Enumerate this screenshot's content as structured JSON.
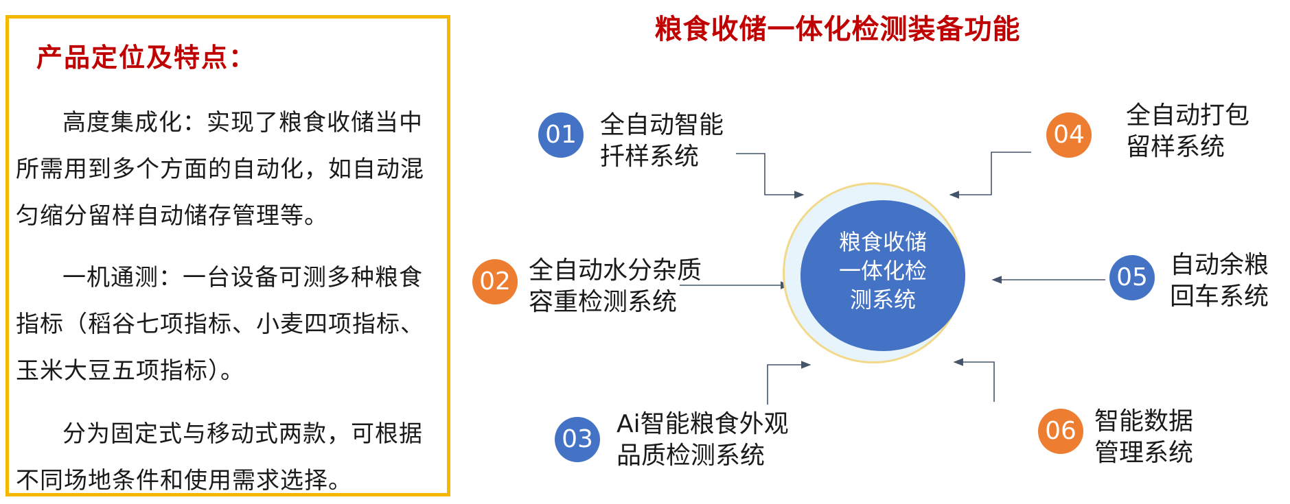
{
  "features": {
    "heading": "产品定位及特点：",
    "paragraphs": [
      "高度集成化：实现了粮食收储当中所需用到多个方面的自动化，如自动混匀缩分留样自动储存管理等。",
      "一机通测：一台设备可测多种粮食指标（稻谷七项指标、小麦四项指标、玉米大豆五项指标）。",
      "分为固定式与移动式两款，可根据不同场地条件和使用需求选择。"
    ]
  },
  "diagram": {
    "title": "粮食收储一体化检测装备功能",
    "center": [
      "粮食收储",
      "一体化检",
      "测系统"
    ],
    "nodes": [
      {
        "num": "01",
        "lines": [
          "全自动智能",
          "扦样系统"
        ]
      },
      {
        "num": "02",
        "lines": [
          "全自动水分杂质",
          "容重检测系统"
        ]
      },
      {
        "num": "03",
        "lines": [
          "Ai智能粮食外观",
          "品质检测系统"
        ]
      },
      {
        "num": "04",
        "lines": [
          "全自动打包",
          "留样系统"
        ]
      },
      {
        "num": "05",
        "lines": [
          "自动余粮",
          "回车系统"
        ]
      },
      {
        "num": "06",
        "lines": [
          "智能数据",
          "管理系统"
        ]
      }
    ]
  },
  "colors": {
    "accent_red": "#c00000",
    "box_border": "#f5b800",
    "node_blue": "#4472c4",
    "node_orange": "#ed7d31",
    "center_fill": "#4472c4",
    "center_ring": "#e8f4fb"
  }
}
